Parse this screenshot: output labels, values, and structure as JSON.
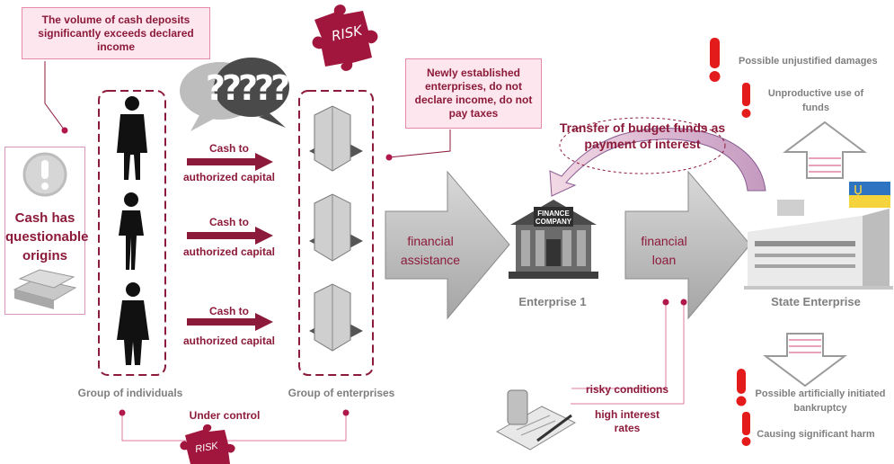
{
  "callouts": {
    "cash_deposits": "The volume of cash deposits significantly exceeds declared income",
    "new_enterprises": "Newly established enterprises, do not declare income, do not pay taxes"
  },
  "origin_box": {
    "text": "Cash has questionable origins"
  },
  "risk_label": "RISK",
  "flows": [
    {
      "line1": "Cash to",
      "line2": "authorized capital"
    },
    {
      "line1": "Cash to",
      "line2": "authorized capital"
    },
    {
      "line1": "Cash to",
      "line2": "authorized capital"
    }
  ],
  "groups": {
    "individuals": "Group of individuals",
    "enterprises": "Group of enterprises",
    "under_control": "Under control"
  },
  "big_arrows": {
    "assistance": "financial assistance",
    "loan": "financial loan"
  },
  "enterprise1": {
    "label": "Enterprise 1",
    "sign": "FINANCE COMPANY"
  },
  "state": {
    "label": "State Enterprise"
  },
  "transfer": "Transfer of budget funds as payment of interest",
  "loan_conditions": {
    "risky": "risky conditions",
    "rates": "high interest rates"
  },
  "right_notes": {
    "damages": "Possible unjustified damages",
    "unproductive": "Unproductive use of funds",
    "bankruptcy": "Possible artificially initiated bankruptcy",
    "harm": "Causing significant harm"
  },
  "question_marks": "?????",
  "colors": {
    "maroon": "#8c1a3a",
    "pink_fill": "#fde6ee",
    "grey_arrow": "#b9b9b9",
    "alert_red": "#e31b1b"
  }
}
